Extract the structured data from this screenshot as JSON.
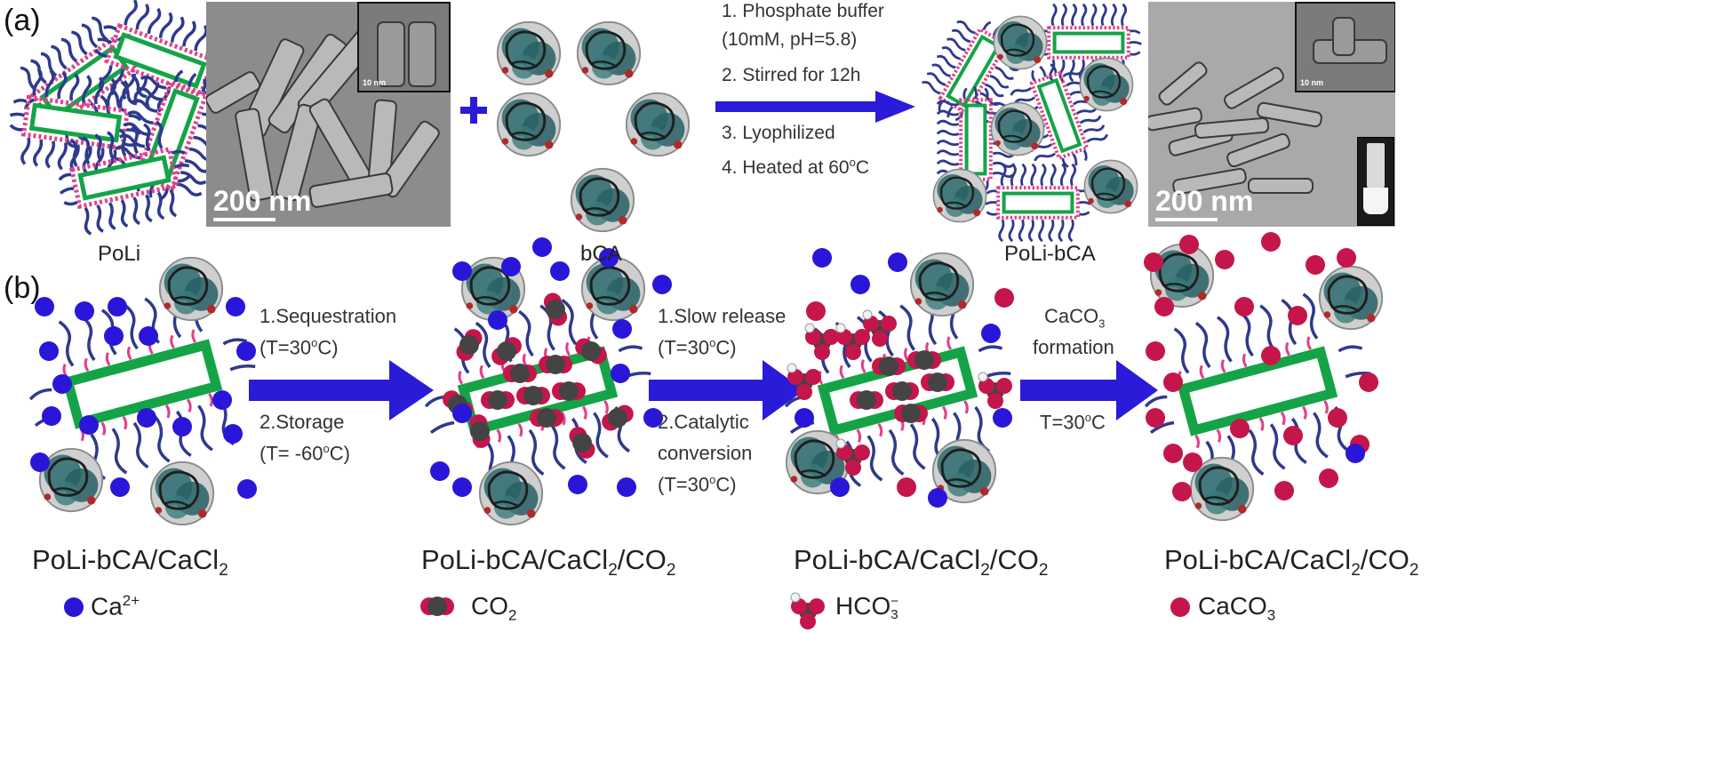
{
  "panel_a": {
    "label": "(a)",
    "poli_caption": "PoLi",
    "bca_caption": "bCA",
    "poli_bca_caption": "PoLi-bCA",
    "plus": "+",
    "tem_left_scale": "200 nm",
    "tem_left_inset_scale": "10 nm",
    "tem_right_scale": "200 nm",
    "tem_right_inset_scale": "10 nm",
    "steps": {
      "s1a": "1. Phosphate buffer",
      "s1b": "(10mM, pH=5.8)",
      "s2": "2. Stirred for 12h",
      "s3": "3. Lyophilized",
      "s4": "4. Heated at 60",
      "s4_deg": "o",
      "s4_unit": "C"
    }
  },
  "panel_b": {
    "label": "(b)",
    "arrow1": {
      "l1": "1.Sequestration",
      "l2": "(T=30",
      "l2_deg": "o",
      "l2_end": "C)",
      "l3": "2.Storage",
      "l4": "(T= -60",
      "l4_deg": "o",
      "l4_end": "C)"
    },
    "arrow2": {
      "l1": "1.Slow release",
      "l2": "(T=30",
      "l2_deg": "o",
      "l2_end": "C)",
      "l3": "2.Catalytic",
      "l4": "conversion",
      "l5": "(T=30",
      "l5_deg": "o",
      "l5_end": "C)"
    },
    "arrow3": {
      "l1a": "CaCO",
      "l1_sub": "3",
      "l2": "formation",
      "l3": "T=30",
      "l3_deg": "o",
      "l3_end": "C"
    },
    "captions": {
      "c1a": "PoLi-bCA/CaCl",
      "c1_sub": "2",
      "c2a": "PoLi-bCA/CaCl",
      "c2_sub1": "2",
      "c2b": "/CO",
      "c2_sub2": "2",
      "c3a": "PoLi-bCA/CaCl",
      "c3_sub1": "2",
      "c3b": "/CO",
      "c3_sub2": "2",
      "c4a": "PoLi-bCA/CaCl",
      "c4_sub1": "2",
      "c4b": "/CO",
      "c4_sub2": "2"
    },
    "legend": {
      "ca": "Ca",
      "ca_sup": "2+",
      "co2": "CO",
      "co2_sub": "2",
      "hco3": "HCO",
      "hco3_sub": "3",
      "hco3_sup": "−",
      "caco3": "CaCO",
      "caco3_sub": "3"
    }
  },
  "colors": {
    "arrow": "#2a1bd8",
    "rod_green": "#14a447",
    "lipid_pink": "#e0408a",
    "chain_blue": "#2e3a8c",
    "ca_blue": "#2a16d8",
    "caco3_red": "#c4164a",
    "co2_gray": "#555555",
    "protein": "#2c6a6e"
  }
}
